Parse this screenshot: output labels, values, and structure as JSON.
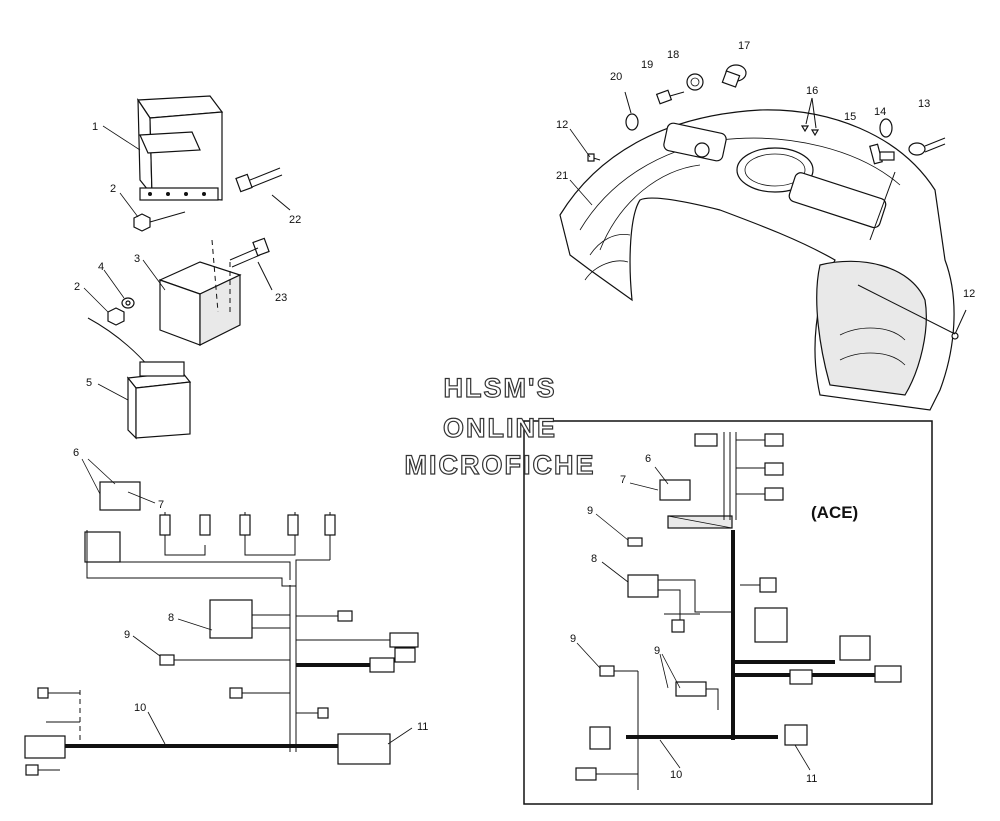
{
  "watermark": {
    "line1": "HLSM'S",
    "line2": "ONLINE",
    "line3": "MICROFICHE"
  },
  "ace_label": "(ACE)",
  "callouts": {
    "c1": "1",
    "c2a": "2",
    "c2b": "2",
    "c3": "3",
    "c4": "4",
    "c5": "5",
    "c6a": "6",
    "c7a": "7",
    "c8a": "8",
    "c9a": "9",
    "c10a": "10",
    "c11a": "11",
    "c22": "22",
    "c23": "23",
    "c12a": "12",
    "c12b": "12",
    "c13": "13",
    "c14": "14",
    "c15": "15",
    "c16": "16",
    "c17": "17",
    "c18": "18",
    "c19": "19",
    "c20": "20",
    "c21": "21",
    "c6b": "6",
    "c7b": "7",
    "c8b": "8",
    "c9b": "9",
    "c9c": "9",
    "c9d": "9",
    "c10b": "10",
    "c11b": "11"
  }
}
